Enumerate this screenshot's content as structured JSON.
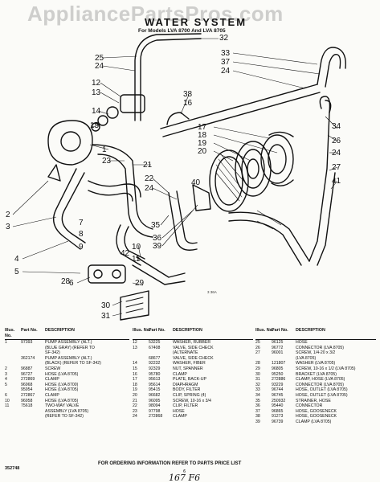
{
  "watermark": "AppliancePartsPros.com",
  "header": {
    "title": "WATER SYSTEM",
    "subtitle": "For Models LVA 8700 And LVA 8705"
  },
  "figure_code": "3 36A",
  "callouts": [
    "25",
    "24",
    "12",
    "13",
    "14",
    "15",
    "1",
    "23",
    "2",
    "3",
    "4",
    "5",
    "6",
    "7",
    "8",
    "9",
    "10",
    "11",
    "42",
    "28",
    "29",
    "30",
    "31",
    "32",
    "33",
    "37",
    "24",
    "38",
    "16",
    "17",
    "18",
    "19",
    "20",
    "21",
    "22",
    "24",
    "35",
    "36",
    "39",
    "40",
    "34",
    "26",
    "24",
    "27",
    "41"
  ],
  "table_headers": {
    "no": "Illus. No.",
    "part": "Part No.",
    "desc": "DESCRIPTION"
  },
  "parts_col1": [
    {
      "no": "1",
      "part": "97393",
      "desc": "PUMP ASSEMBLY (ALT.)"
    },
    {
      "no": "",
      "part": "",
      "desc": "(BLUE GRAY) (REFER TO"
    },
    {
      "no": "",
      "part": "",
      "desc": "SF-342)"
    },
    {
      "no": "",
      "part": "362174",
      "desc": "PUMP ASSEMBLY (ALT.)"
    },
    {
      "no": "",
      "part": "",
      "desc": "(BLACK) (REFER TO SF-342)"
    },
    {
      "no": "2",
      "part": "96887",
      "desc": "SCREW"
    },
    {
      "no": "3",
      "part": "96727",
      "desc": "HOSE (LVA 8705)"
    },
    {
      "no": "4",
      "part": "272869",
      "desc": "CLAMP"
    },
    {
      "no": "5",
      "part": "96968",
      "desc": "HOSE (LVA 8700)"
    },
    {
      "no": "",
      "part": "95954",
      "desc": "HOSE (LVA 8705)"
    },
    {
      "no": "6",
      "part": "272867",
      "desc": "CLAMP"
    },
    {
      "no": "10",
      "part": "96958",
      "desc": "HOSE (LVA 8705)"
    },
    {
      "no": "11",
      "part": "75618",
      "desc": "TWO-WAY VALVE"
    },
    {
      "no": "",
      "part": "",
      "desc": "ASSEMBLY (LVA 8705)"
    },
    {
      "no": "",
      "part": "",
      "desc": "(REFER TO SF-342)"
    }
  ],
  "parts_col2": [
    {
      "no": "12",
      "part": "53225",
      "desc": "WASHER, RUBBER"
    },
    {
      "no": "13",
      "part": "67408",
      "desc": "VALVE, SIDE CHECK"
    },
    {
      "no": "",
      "part": "",
      "desc": "(ALTERNATE"
    },
    {
      "no": "",
      "part": "68677",
      "desc": "VALVE, SIDE CHECK"
    },
    {
      "no": "14",
      "part": "92232",
      "desc": "WASHER, FIBER"
    },
    {
      "no": "15",
      "part": "92329",
      "desc": "NUT, SPANNER"
    },
    {
      "no": "16",
      "part": "95780",
      "desc": "CLAMP"
    },
    {
      "no": "17",
      "part": "95613",
      "desc": "PLATE, BACK-UP"
    },
    {
      "no": "18",
      "part": "95614",
      "desc": "DIAPHRAGM"
    },
    {
      "no": "19",
      "part": "95415",
      "desc": "BODY, FILTER"
    },
    {
      "no": "20",
      "part": "96682",
      "desc": "CLIP, SPRING (4)"
    },
    {
      "no": "21",
      "part": "96095",
      "desc": "SCREW, 10-16 x 3/4"
    },
    {
      "no": "22",
      "part": "98094",
      "desc": "CLIP, FILTER"
    },
    {
      "no": "23",
      "part": "97798",
      "desc": "HOSE"
    },
    {
      "no": "24",
      "part": "272868",
      "desc": "CLAMP"
    }
  ],
  "parts_col3": [
    {
      "no": "25",
      "part": "96125",
      "desc": "HOSE"
    },
    {
      "no": "26",
      "part": "96772",
      "desc": "CONNECTOR (LVA 8705)"
    },
    {
      "no": "27",
      "part": "96001",
      "desc": "SCREW, 1/4-20 x 3/2"
    },
    {
      "no": "",
      "part": "",
      "desc": "(LVA 8705)"
    },
    {
      "no": "28",
      "part": "121807",
      "desc": "WASHER (LVA 8705)"
    },
    {
      "no": "29",
      "part": "96805",
      "desc": "SCREW, 10-16 x 1/2 (LVA 8705)"
    },
    {
      "no": "30",
      "part": "95250",
      "desc": "BRACKET (LVA 8705)"
    },
    {
      "no": "31",
      "part": "272886",
      "desc": "CLAMP, HOSE (LVA 8705)"
    },
    {
      "no": "32",
      "part": "93229",
      "desc": "CONNECTOR (LVA 8705)"
    },
    {
      "no": "33",
      "part": "96744",
      "desc": "HOSE, OUTLET (LVA 8705)"
    },
    {
      "no": "34",
      "part": "96745",
      "desc": "HOSE, OUTLET (LVA 8705)"
    },
    {
      "no": "35",
      "part": "250932",
      "desc": "STRAINER, HOSE"
    },
    {
      "no": "36",
      "part": "95440",
      "desc": "CONNECTOR"
    },
    {
      "no": "37",
      "part": "96865",
      "desc": "HOSE, GOOSENECK"
    },
    {
      "no": "38",
      "part": "91273",
      "desc": "HOSE, GOOSENECK"
    },
    {
      "no": "39",
      "part": "96739",
      "desc": "CLAMP (LVA 8705)"
    }
  ],
  "order_note": "FOR ORDERING INFORMATION REFER TO PARTS PRICE LIST",
  "footer_code": "352748",
  "page_mark": "6",
  "handwritten": "167 F6"
}
